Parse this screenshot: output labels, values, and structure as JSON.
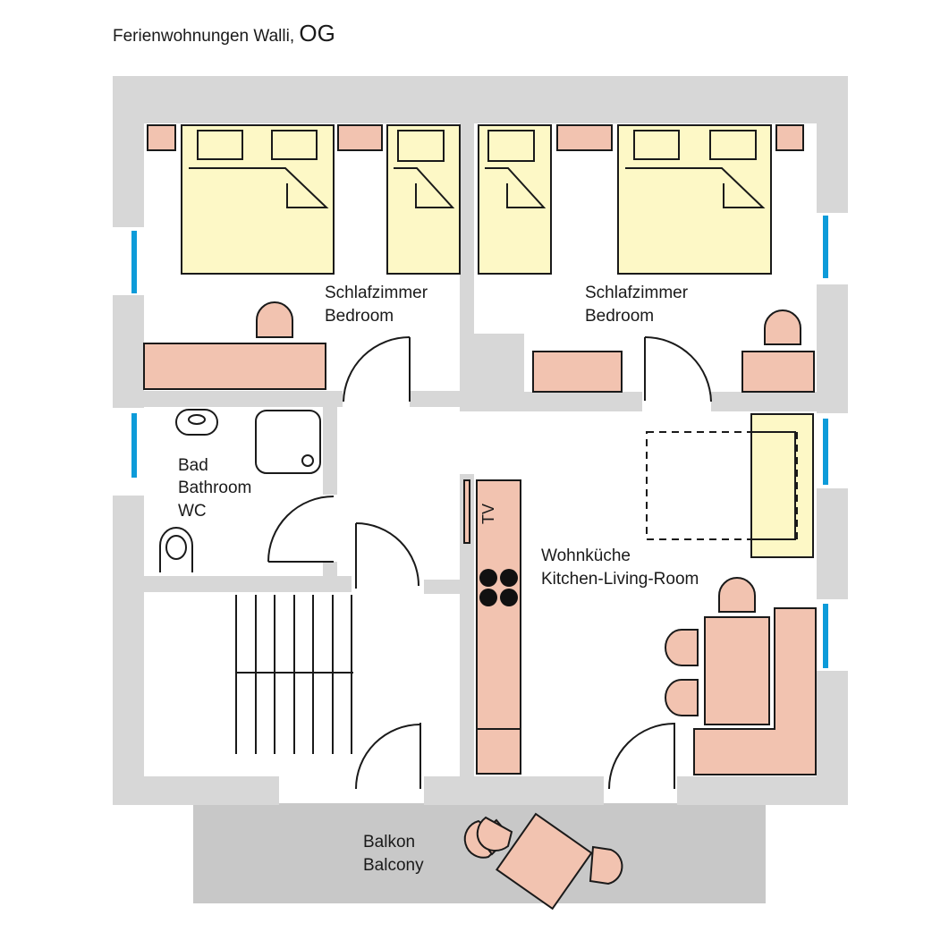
{
  "header": {
    "title": "Ferienwohnungen Walli,",
    "floor": "OG"
  },
  "rooms": {
    "bedroom_left": {
      "line1": "Schlafzimmer",
      "line2": "Bedroom"
    },
    "bedroom_right": {
      "line1": "Schlafzimmer",
      "line2": "Bedroom"
    },
    "bathroom": {
      "line1": "Bad",
      "line2": "Bathroom",
      "line3": "WC"
    },
    "kitchen": {
      "line1": "Wohnküche",
      "line2": "Kitchen-Living-Room",
      "tv": "TV"
    },
    "balcony": {
      "line1": "Balkon",
      "line2": "Balcony"
    }
  },
  "colors": {
    "wall": "#d7d7d7",
    "furniture": "#f2c3b0",
    "bed": "#fdf8c6",
    "window": "#0d9bd9",
    "balcony": "#c8c8c8"
  }
}
